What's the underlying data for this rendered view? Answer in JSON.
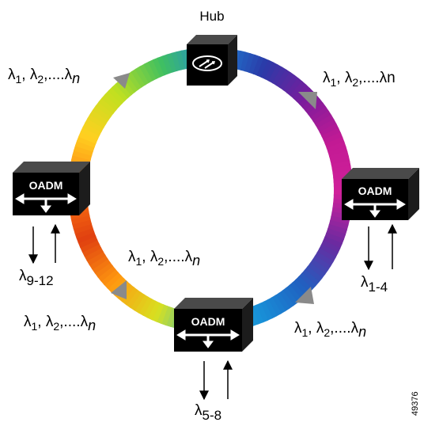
{
  "hub": {
    "label": "Hub"
  },
  "nodes": {
    "left": {
      "label": "OADM",
      "wave_label": "λ",
      "wave_sub": "9-12"
    },
    "right": {
      "label": "OADM",
      "wave_label": "λ",
      "wave_sub": "1-4"
    },
    "bottom": {
      "label": "OADM",
      "wave_label": "λ",
      "wave_sub": "5-8"
    }
  },
  "wavelength_labels": {
    "top_left": {
      "sym": "λ",
      "s1": "1",
      "sep1": ", ",
      "s2": "2",
      "dots": ",....",
      "sn": "n"
    },
    "top_right": {
      "sym": "λ",
      "s1": "1",
      "sep1": ", ",
      "s2": "2",
      "dots": ",....",
      "tail": "n"
    },
    "inner": {
      "sym": "λ",
      "s1": "1",
      "sep1": ", ",
      "s2": "2",
      "dots": ",....",
      "sn": "n"
    },
    "bottom_left": {
      "sym": "λ",
      "s1": "1",
      "sep1": ", ",
      "s2": "2",
      "dots": ",....",
      "sn": "n"
    },
    "bottom_right": {
      "sym": "λ",
      "s1": "1",
      "sep1": ", ",
      "s2": "2",
      "dots": ",....",
      "sn": "n"
    }
  },
  "figure_id": "49376",
  "colors": {
    "ring": [
      "#1e88d8",
      "#2a3aa8",
      "#7a1c9c",
      "#c21a94",
      "#d0209a",
      "#6a2aa0",
      "#2060c0",
      "#1890d8",
      "#2ab8c8",
      "#d8e020",
      "#ff9a10",
      "#e04010",
      "#ff7a10",
      "#ffd020",
      "#c0e020",
      "#40c060",
      "#1e88d8"
    ],
    "box_front": "#000000",
    "box_top": "#4a4a4a",
    "box_side": "#1c1c1c",
    "arrow_head": "#8a8a8a",
    "text": "#000000"
  }
}
